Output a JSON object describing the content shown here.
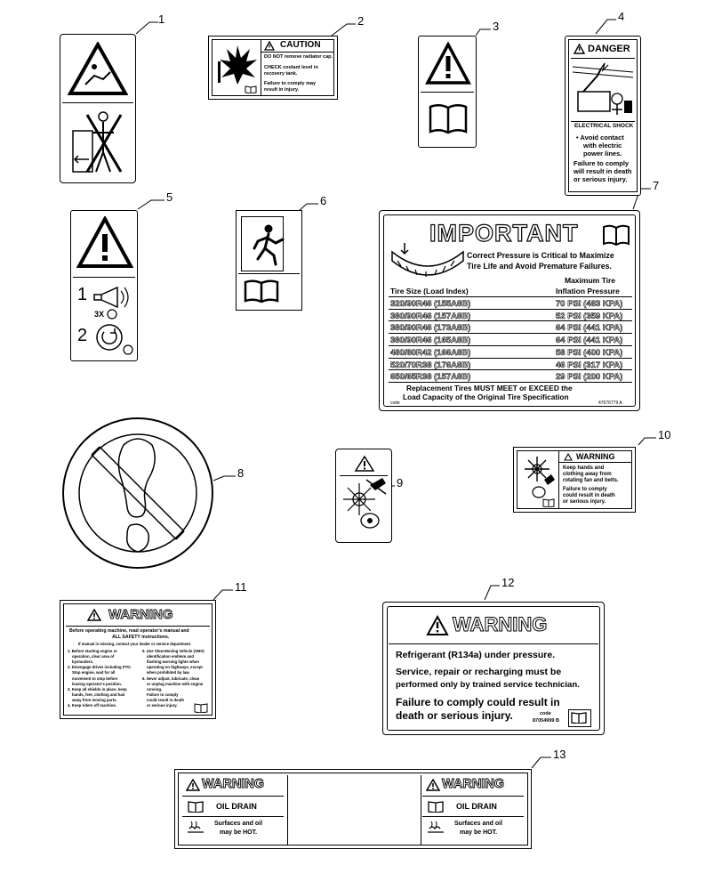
{
  "callouts": [
    "1",
    "2",
    "3",
    "4",
    "5",
    "6",
    "7",
    "8",
    "9",
    "10",
    "11",
    "12",
    "13"
  ],
  "decal2": {
    "header": "CAUTION",
    "lines": [
      "DO NOT remove radiator cap.",
      "CHECK coolant level in",
      "recovery tank.",
      "Failure to comply may",
      "result in injury."
    ]
  },
  "decal4": {
    "header": "DANGER",
    "subheader": "ELECTRICAL SHOCK",
    "lines": [
      "• Avoid contact",
      "with electric",
      "power lines.",
      "Failure to comply",
      "will result in death",
      "or serious injury."
    ]
  },
  "decal5": {
    "step1": "1",
    "count": "3X",
    "step2": "2"
  },
  "decal7": {
    "title": "IMPORTANT",
    "subtitle": [
      "Correct Pressure is Critical to Maximize",
      "Tire Life and Avoid Premature Failures."
    ],
    "col1_header": "Tire Size (Load Index)",
    "col2_header": [
      "Maximum Tire",
      "Inflation Pressure"
    ],
    "rows": [
      {
        "size": "320/90R46 (155A8B)",
        "pressure": "70 PSI (483 KPA)"
      },
      {
        "size": "380/90R46 (157A8B)",
        "pressure": "52 PSI (359 KPA)"
      },
      {
        "size": "380/90R46 (173A8B)",
        "pressure": "64 PSI (441 KPA)"
      },
      {
        "size": "380/90R46 (165A8B)",
        "pressure": "64 PSI (441 KPA)"
      },
      {
        "size": "480/80R42 (166A8B)",
        "pressure": "58 PSI (400 KPA)"
      },
      {
        "size": "520/70R38 (176A8B)",
        "pressure": "46 PSI (317 KPA)"
      },
      {
        "size": "650/65R38 (157A8B)",
        "pressure": "29 PSI (200 KPA)"
      }
    ],
    "footer": [
      "Replacement Tires MUST MEET or EXCEED the",
      "Load Capacity of the Original Tire Specification"
    ],
    "code": "code",
    "part": "47676779 A"
  },
  "decal10": {
    "header": "WARNING",
    "lines": [
      "Keep hands and",
      "clothing away from",
      "rotating fan and belts.",
      "Failure to comply",
      "could result in death",
      "or serious injury."
    ]
  },
  "decal11": {
    "header": "WARNING",
    "intro": [
      "Before operating machine, read operator's manual and",
      "ALL SAFETY instructions."
    ],
    "intro2": "If manual is missing, contact your dealer or service department.",
    "left": [
      "1. Before starting engine or",
      "operation, clear area of",
      "bystanders.",
      "2. Disengage drives including PTO.",
      "Stop engine, wait for all",
      "movement to stop before",
      "leaving operator's position.",
      "3. Keep all shields in place, keep",
      "hands, feet, clothing and hair",
      "away from moving parts.",
      "4. Keep riders off machine."
    ],
    "right": [
      "5. Use Slow-Moving Vehicle (SMV)",
      "identification emblem and",
      "flashing warning lights when",
      "operating on highways, except",
      "when prohibited by law.",
      "6. Never adjust, lubricate, clean",
      "or unplug machine with engine",
      "running.",
      "Failure to comply",
      "could result in death",
      "or serious injury."
    ]
  },
  "decal12": {
    "header": "WARNING",
    "lines": [
      "Refrigerant (R134a) under pressure.",
      "Service, repair or recharging must be",
      "performed only by trained service technician.",
      "Failure to comply could result in",
      "death or serious injury."
    ],
    "code": "code",
    "part": "87054999 B"
  },
  "decal13": {
    "header_left": "WARNING",
    "header_right": "WARNING",
    "drain_left": "OIL DRAIN",
    "drain_right": "OIL DRAIN",
    "hot_left": [
      "Surfaces and oil",
      "may be HOT."
    ],
    "hot_right": [
      "Surfaces and oil",
      "may be HOT."
    ]
  }
}
